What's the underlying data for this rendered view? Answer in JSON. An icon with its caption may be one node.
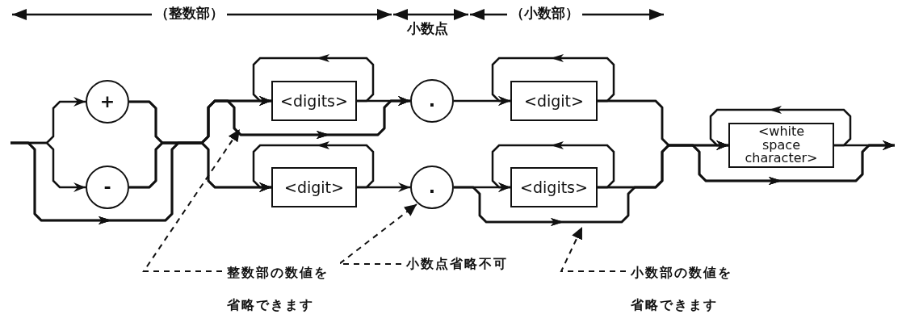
{
  "diagram": {
    "nodes": [
      {
        "text": [
          "+"
        ]
      },
      {
        "text": [
          "-"
        ]
      },
      {
        "text": [
          "<digits>"
        ]
      },
      {
        "text": [
          "<digit>"
        ]
      },
      {
        "text": [
          "."
        ]
      },
      {
        "text": [
          "."
        ]
      },
      {
        "text": [
          "<digit>"
        ]
      },
      {
        "text": [
          "<digits>"
        ]
      },
      {
        "text": [
          "<white space character>"
        ]
      },
      {
        "text": [
          "整数部の数値を省略できます"
        ]
      },
      {
        "text": [
          "小数点省略不可"
        ]
      },
      {
        "text": [
          "小数部の数値を省略できます"
        ]
      }
    ],
    "edges": [
      {
        "from": null,
        "to": 0,
        "arrow": "to"
      },
      {
        "from": null,
        "to": 1,
        "arrow": "to"
      },
      {
        "from": 0,
        "to": 2,
        "arrow": "to"
      },
      {
        "from": 0,
        "to": 3,
        "arrow": "to"
      },
      {
        "from": 0,
        "to": 4,
        "arrow": "to"
      },
      {
        "from": 1,
        "to": 2,
        "arrow": "to"
      },
      {
        "from": 1,
        "to": 3,
        "arrow": "to"
      },
      {
        "from": 1,
        "to": 4,
        "arrow": "to"
      },
      {
        "from": null,
        "to": 2,
        "arrow": "to"
      },
      {
        "from": null,
        "to": 3,
        "arrow": "to"
      },
      {
        "from": null,
        "to": 4,
        "arrow": "to"
      },
      {
        "from": 2,
        "to": 2,
        "arrow": "to"
      },
      {
        "from": 3,
        "to": 3,
        "arrow": "to"
      },
      {
        "from": 2,
        "to": 4,
        "arrow": "to"
      },
      {
        "from": 3,
        "to": 5,
        "arrow": "to"
      },
      {
        "from": 4,
        "to": 6,
        "arrow": "to"
      },
      {
        "from": 5,
        "to": 7,
        "arrow": "to"
      },
      {
        "from": 6,
        "to": 6,
        "arrow": "to"
      },
      {
        "from": 7,
        "to": 7,
        "arrow": "to"
      },
      {
        "from": 6,
        "to": 8,
        "arrow": "to"
      },
      {
        "from": 7,
        "to": 8,
        "arrow": "to"
      },
      {
        "from": 5,
        "to": 8,
        "arrow": "to"
      },
      {
        "from": 6,
        "to": null,
        "arrow": "to"
      },
      {
        "from": 7,
        "to": null,
        "arrow": "to"
      },
      {
        "from": 5,
        "to": null,
        "arrow": "to"
      },
      {
        "from": 8,
        "to": 8,
        "arrow": "to"
      },
      {
        "from": 8,
        "to": null,
        "arrow": "to"
      },
      {
        "from": 9,
        "to": null,
        "arrow": "to",
        "style": "dashed"
      },
      {
        "from": 10,
        "to": 5,
        "arrow": "to",
        "style": "dashed"
      },
      {
        "from": 11,
        "to": 7,
        "arrow": "to",
        "style": "dashed"
      }
    ],
    "labels": [
      "（整数部）",
      "小数点",
      "（小数部）"
    ]
  }
}
